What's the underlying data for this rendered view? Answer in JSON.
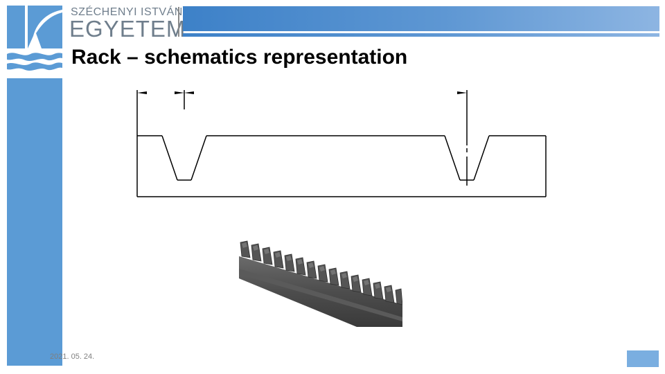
{
  "header": {
    "institution_line1": "SZÉCHENYI ISTVÁN",
    "institution_line2": "EGYETEM",
    "logo_icon": "university-logo-icon"
  },
  "slide": {
    "title": "Rack – schematics representation"
  },
  "figures": {
    "schematic_icon": "rack-profile-schematic",
    "photo_icon": "gear-rack-photo"
  },
  "footer": {
    "date": "2021. 05. 24.",
    "page_number": ""
  },
  "colors": {
    "accent_blue": "#5b9bd5",
    "logo_gray": "#6f7e8c",
    "title_text": "#000000"
  }
}
